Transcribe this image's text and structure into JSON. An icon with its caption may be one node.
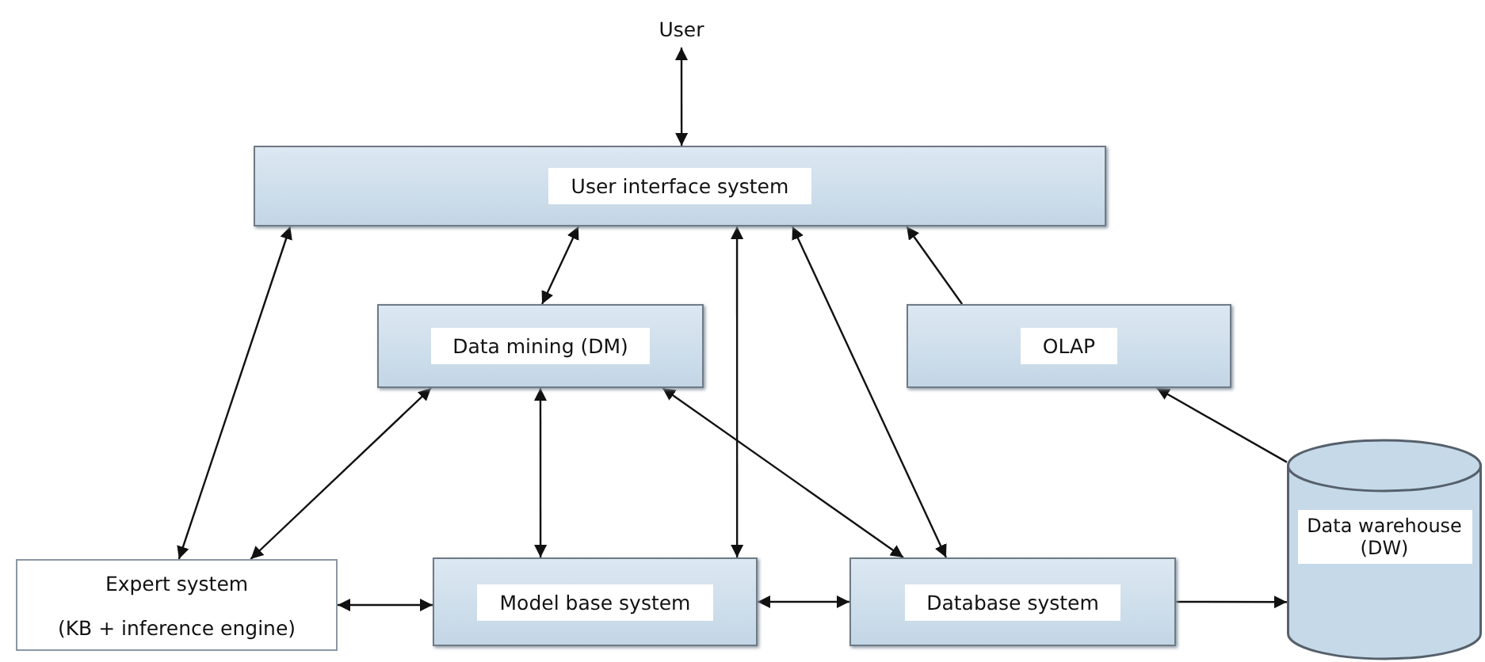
{
  "diagram": {
    "nodes": [
      {
        "text": [
          "User"
        ]
      },
      {
        "text": [
          "User interface system"
        ]
      },
      {
        "text": [
          "Data mining (DM)"
        ]
      },
      {
        "text": [
          "OLAP"
        ]
      },
      {
        "text": [
          "Expert system",
          "(KB + inference engine)"
        ]
      },
      {
        "text": [
          "Model base system"
        ]
      },
      {
        "text": [
          "Database system"
        ]
      },
      {
        "text": [
          "Data warehouse (DW)"
        ]
      }
    ],
    "edges": [
      {
        "from": 0,
        "to": 1,
        "arrow": "both"
      },
      {
        "from": 1,
        "to": 4,
        "arrow": "both"
      },
      {
        "from": 1,
        "to": 2,
        "arrow": "both"
      },
      {
        "from": 1,
        "to": 5,
        "arrow": "both"
      },
      {
        "from": 1,
        "to": 6,
        "arrow": "both"
      },
      {
        "from": 3,
        "to": 1,
        "arrow": "to"
      },
      {
        "from": 7,
        "to": 3,
        "arrow": "to"
      },
      {
        "from": 2,
        "to": 4,
        "arrow": "both"
      },
      {
        "from": 2,
        "to": 5,
        "arrow": "both"
      },
      {
        "from": 2,
        "to": 6,
        "arrow": "both"
      },
      {
        "from": 4,
        "to": 5,
        "arrow": "both"
      },
      {
        "from": 5,
        "to": 6,
        "arrow": "both"
      },
      {
        "from": 6,
        "to": 7,
        "arrow": "to"
      }
    ]
  }
}
